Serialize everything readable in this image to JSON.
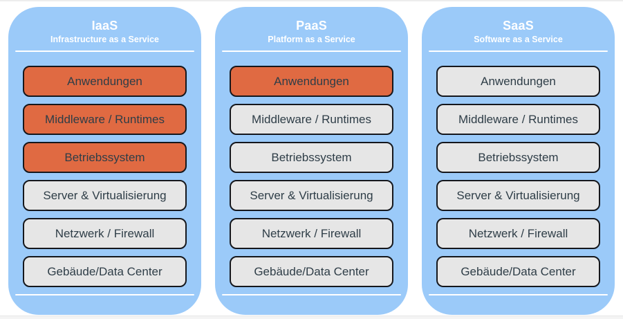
{
  "colors": {
    "panel_blue": "#9bcaf9",
    "highlight_orange": "#e06a42",
    "layer_gray": "#e6e6e6",
    "layer_border": "#15171c",
    "layer_text": "#2e3d47",
    "header_text": "#ffffff"
  },
  "columns": [
    {
      "title": "IaaS",
      "subtitle": "Infrastructure as a Service",
      "layers": [
        {
          "label": "Anwendungen",
          "highlighted": true
        },
        {
          "label": "Middleware / Runtimes",
          "highlighted": true
        },
        {
          "label": "Betriebssystem",
          "highlighted": true
        },
        {
          "label": "Server & Virtualisierung",
          "highlighted": false
        },
        {
          "label": "Netzwerk / Firewall",
          "highlighted": false
        },
        {
          "label": "Gebäude/Data Center",
          "highlighted": false
        }
      ]
    },
    {
      "title": "PaaS",
      "subtitle": "Platform as a Service",
      "layers": [
        {
          "label": "Anwendungen",
          "highlighted": true
        },
        {
          "label": "Middleware / Runtimes",
          "highlighted": false
        },
        {
          "label": "Betriebssystem",
          "highlighted": false
        },
        {
          "label": "Server & Virtualisierung",
          "highlighted": false
        },
        {
          "label": "Netzwerk / Firewall",
          "highlighted": false
        },
        {
          "label": "Gebäude/Data Center",
          "highlighted": false
        }
      ]
    },
    {
      "title": "SaaS",
      "subtitle": "Software as a Service",
      "layers": [
        {
          "label": "Anwendungen",
          "highlighted": false
        },
        {
          "label": "Middleware / Runtimes",
          "highlighted": false
        },
        {
          "label": "Betriebssystem",
          "highlighted": false
        },
        {
          "label": "Server & Virtualisierung",
          "highlighted": false
        },
        {
          "label": "Netzwerk / Firewall",
          "highlighted": false
        },
        {
          "label": "Gebäude/Data Center",
          "highlighted": false
        }
      ]
    }
  ]
}
